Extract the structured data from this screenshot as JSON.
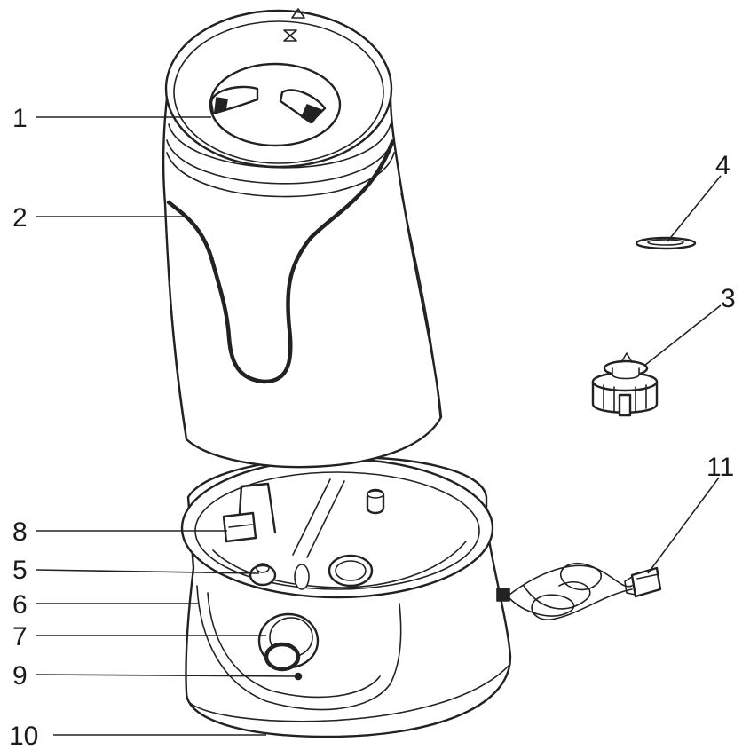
{
  "callouts": [
    {
      "id": "1",
      "label": "1"
    },
    {
      "id": "2",
      "label": "2"
    },
    {
      "id": "3",
      "label": "3"
    },
    {
      "id": "4",
      "label": "4"
    },
    {
      "id": "5",
      "label": "5"
    },
    {
      "id": "6",
      "label": "6"
    },
    {
      "id": "7",
      "label": "7"
    },
    {
      "id": "8",
      "label": "8"
    },
    {
      "id": "9",
      "label": "9"
    },
    {
      "id": "10",
      "label": "10"
    },
    {
      "id": "11",
      "label": "11"
    }
  ],
  "colors": {
    "ink": "#222222",
    "paper": "#ffffff"
  }
}
